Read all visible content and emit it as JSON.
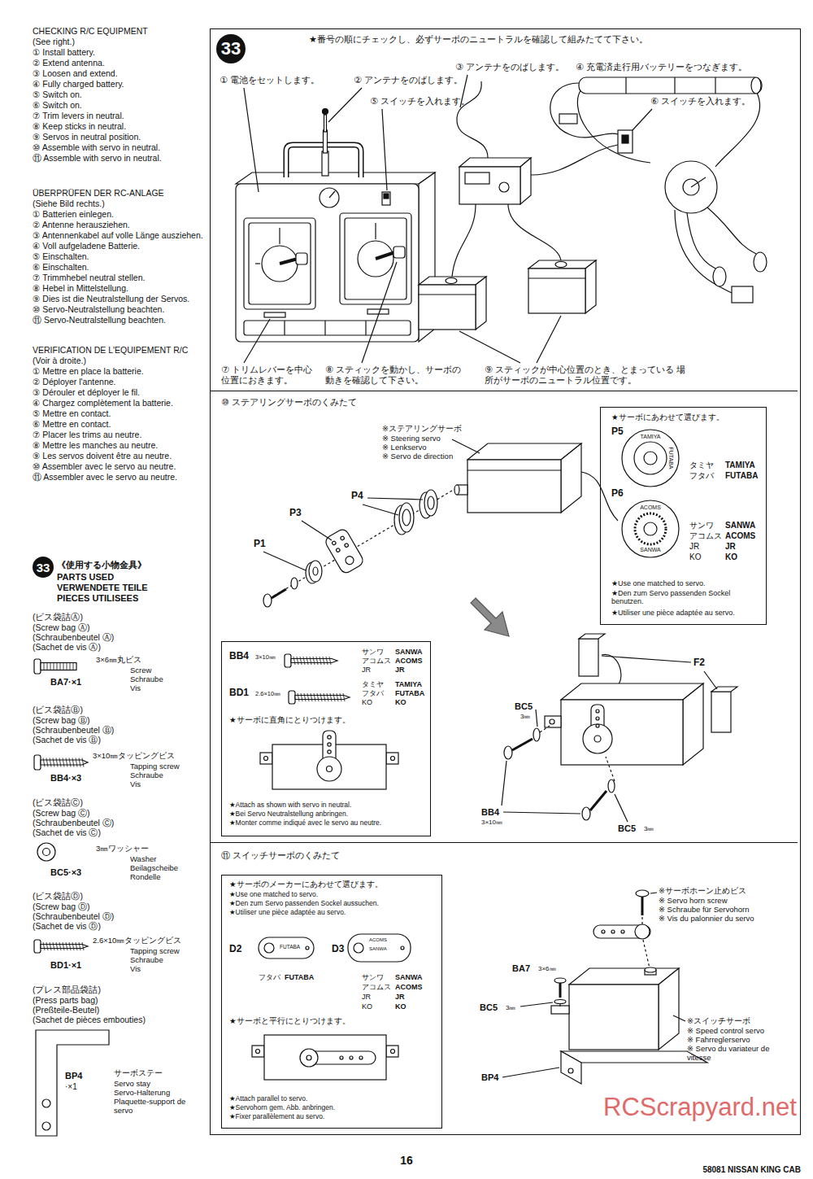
{
  "diagram": {
    "nodes": [
      {
        "text": [
          "★番号の順にチェックし、必ずサーボのニュートラルを確認して組みたてて下さい。"
        ]
      },
      {
        "text": [
          "33"
        ],
        "in": 0
      },
      {
        "text": [
          "⑩ ステアリングサーボのくみたて"
        ],
        "in": 0
      },
      {
        "text": [
          "★サーボにあわせて選びます。",
          "P5",
          "TAMIYA",
          "FUTABA",
          "タミヤ",
          "TAMIYA",
          "フタバ",
          "FUTABA",
          "P6",
          "ACOMS",
          "SANWA",
          "サンワ",
          "SANWA",
          "アコムス",
          "ACOMS",
          "JR",
          "JR",
          "KO",
          "KO",
          "★Use one matched to servo.",
          "★Den zum Servo passenden Sockel benutzen.",
          "★Utiliser une pièce adaptée au servo."
        ],
        "in": 2
      },
      {
        "text": [
          "BB4",
          "3×10㎜",
          "サンワ",
          "SANWA",
          "アコムス",
          "ACOMS",
          "JR",
          "JR",
          "BD1",
          "2.6×10㎜",
          "タミヤ",
          "TAMIYA",
          "フタバ",
          "FUTABA",
          "KO",
          "KO",
          "★サーボに直角にとりつけます。",
          "★Attach as shown with servo in neutral.",
          "★Bei Servo Neutralstellung anbringen.",
          "★Monter comme indiqué avec le servo au neutre."
        ],
        "in": 2
      },
      {
        "text": [
          "⑪ スイッチサーボのくみたて"
        ],
        "in": 0
      },
      {
        "text": [
          "★サーボのメーカーにあわせて選びます。",
          "★Use one matched to servo.",
          "★Den zum Servo passenden Sockel aussuchen.",
          "★Utiliser une pièce adaptée au servo.",
          "D2",
          "FUTABA",
          "D3",
          "ACOMS",
          "SANWA",
          "フタバ",
          "FUTABA",
          "サンワ",
          "SANWA",
          "アコムス",
          "ACOMS",
          "JR",
          "JR",
          "KO",
          "KO",
          "★サーボと平行にとりつけます。",
          "★Attach parallel to servo.",
          "★Servohorn gem. Abb. anbringen.",
          "★Fixer parallèlement au servo."
        ],
        "in": 5
      },
      {
        "text": [
          "33"
        ]
      }
    ],
    "labels": [
      "CHECKING R/C EQUIPMENT",
      "(See right.)",
      "① Install battery.",
      "② Extend antenna.",
      "③ Loosen and extend.",
      "④ Fully charged battery.",
      "⑤ Switch on.",
      "⑥ Switch on.",
      "⑦ Trim levers in neutral.",
      "⑧ Keep sticks in neutral.",
      "⑨ Servos in neutral position.",
      "⑩ Assemble with servo in neutral.",
      "⑪ Assemble with servo in neutral.",
      "ÜBERPRÜFEN DER RC-ANLAGE",
      "(Siehe Bild rechts.)",
      "① Batterien einlegen.",
      "② Antenne herausziehen.",
      "③ Antennenkabel auf volle Länge ausziehen.",
      "④ Voll aufgeladene Batterie.",
      "⑤ Einschalten.",
      "⑥ Einschalten.",
      "⑦ Trimmhebel neutral stellen.",
      "⑧ Hebel in Mittelstellung.",
      "⑨ Dies ist die Neutralstellung der Servos.",
      "⑩ Servo-Neutralstellung beachten.",
      "⑪ Servo-Neutralstellung beachten.",
      "VERIFICATION DE L'EQUIPEMENT R/C",
      "(Voir à droite.)",
      "① Mettre en place la batterie.",
      "② Déployer l'antenne.",
      "③ Dérouler et déployer le fil.",
      "④ Chargez complètement la batterie.",
      "⑤ Mettre en contact.",
      "⑥ Mettre en contact.",
      "⑦ Placer les trims au neutre.",
      "⑧ Mettre les manches au neutre.",
      "⑨ Les servos doivent être au neutre.",
      "⑩ Assembler avec le servo au neutre.",
      "⑪ Assembler avec le servo au neutre.",
      "《使用する小物金具》",
      "PARTS USED",
      "VERWENDETE TEILE",
      "PIECES UTILISEES",
      "(ビス袋詰Ⓐ)",
      "(Screw bag Ⓐ)",
      "(Schraubenbeutel Ⓐ)",
      "(Sachet de vis Ⓐ)",
      "3×6㎜丸ビス",
      "Screw",
      "Schraube",
      "Vis",
      "BA7·×1",
      "(ビス袋詰Ⓑ)",
      "(Screw bag Ⓑ)",
      "(Schraubenbeutel Ⓑ)",
      "(Sachet de vis Ⓑ)",
      "3×10㎜タッピングビス",
      "Tapping screw",
      "Schraube",
      "Vis",
      "BB4·×3",
      "(ビス袋詰Ⓒ)",
      "(Screw bag Ⓒ)",
      "(Schraubenbeutel Ⓒ)",
      "(Sachet de vis Ⓒ)",
      "3㎜ワッシャー",
      "Washer",
      "Beilagscheibe",
      "Rondelle",
      "BC5·×3",
      "(ビス袋詰Ⓓ)",
      "(Screw bag Ⓓ)",
      "(Schraubenbeutel Ⓓ)",
      "(Sachet de vis Ⓓ)",
      "2.6×10㎜タッピングビス",
      "Tapping screw",
      "Schraube",
      "Vis",
      "BD1·×1",
      "(プレス部品袋詰)",
      "(Press parts bag)",
      "(Preßteile-Beutel)",
      "(Sachet de pièces embouties)",
      "BP4",
      "·×1",
      "サーボステー",
      "Servo stay",
      "Servo-Halterung",
      "Plaquette-support de servo",
      "16",
      "58081 NISSAN KING CAB",
      "RCScrapyard.net",
      "① 電池をセットします。",
      "② アンテナをのばします。",
      "③ アンテナをのばします。",
      "④ 充電済走行用バッテリーをつなぎます。",
      "⑤ スイッチを入れます。",
      "⑥ スイッチを入れます。",
      "⑦ トリムレバーを中心 位置におきます。",
      "⑧ スティックを動かし、サーボの 動きを確認して下さい。",
      "⑨ スティックが中心位置のとき、とまっている 場所がサーボのニュートラル位置です。",
      "※ステアリングサーボ",
      "※ Steering servo",
      "※ Lenkservo",
      "※ Servo de direction",
      "P4",
      "P3",
      "P1",
      "F2",
      "BC5",
      "3㎜",
      "BB4",
      "3×10㎜",
      "BC5",
      "3㎜",
      "※サーボホーン止めビス",
      "※ Servo horn screw",
      "※ Schraube für Servohorn",
      "※ Vis du palonnier du servo",
      "BA7",
      "3×6㎜",
      "BC5",
      "3㎜",
      "※スイッチサーボ",
      "※ Speed control servo",
      "※ Fahrreglerservo",
      "※ Servo du variateur de vitesse",
      "BP4"
    ]
  }
}
